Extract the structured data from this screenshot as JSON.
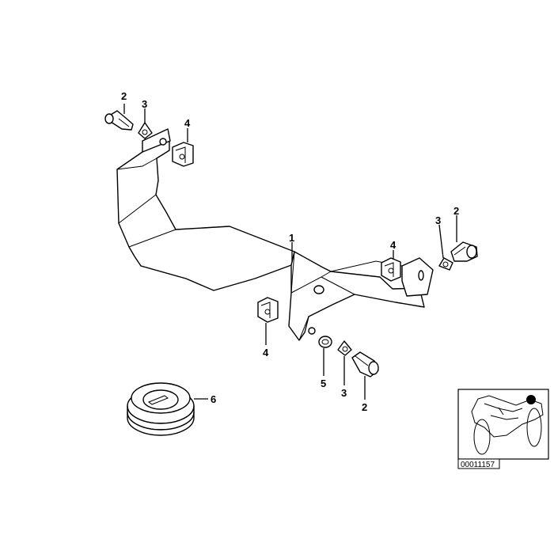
{
  "callouts": {
    "c1": "1",
    "c2a": "2",
    "c2b": "2",
    "c2c": "2",
    "c3a": "3",
    "c3b": "3",
    "c3c": "3",
    "c4a": "4",
    "c4b": "4",
    "c4c": "4",
    "c5": "5",
    "c6": "6"
  },
  "inset": {
    "reference_number": "00011157",
    "icon": "motorcycle-location-icon",
    "marker_color": "#000000"
  }
}
